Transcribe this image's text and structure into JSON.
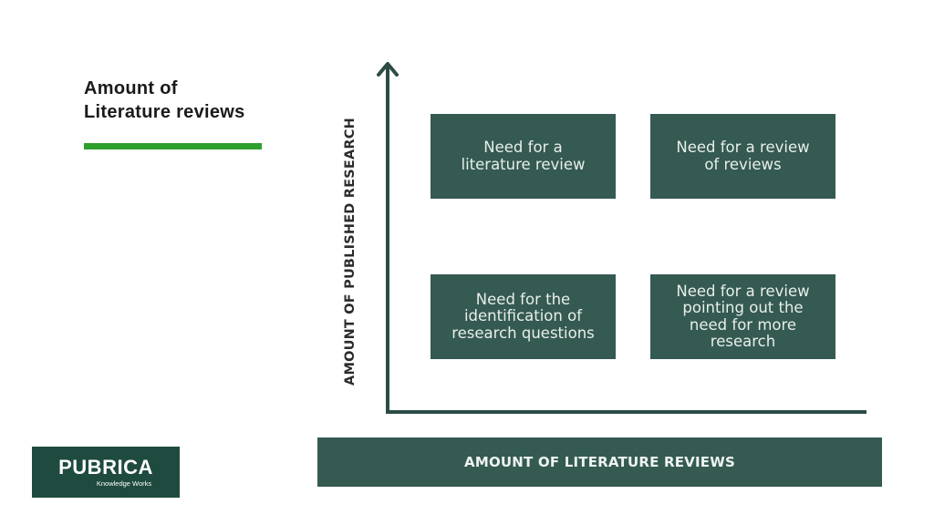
{
  "title": {
    "line1": "Amount of",
    "line2": "Literature reviews"
  },
  "colors": {
    "accent_underline": "#2e9e2e",
    "box_fill": "#345a52",
    "axis": "#2d4b45",
    "logo_bg": "#1f4a3f"
  },
  "diagram": {
    "y_axis_label": "AMOUNT OF PUBLISHED RESEARCH",
    "x_axis_label": "AMOUNT OF LITERATURE REVIEWS",
    "quadrants": {
      "top_left": "Need for a\nliterature review",
      "top_right": "Need for a review\nof reviews",
      "bottom_left": "Need for the\nidentification of\nresearch questions",
      "bottom_right": "Need for a review\npointing out the\nneed for more\nresearch"
    }
  },
  "logo": {
    "name": "PUBRICA",
    "tagline": "Knowledge Works"
  }
}
